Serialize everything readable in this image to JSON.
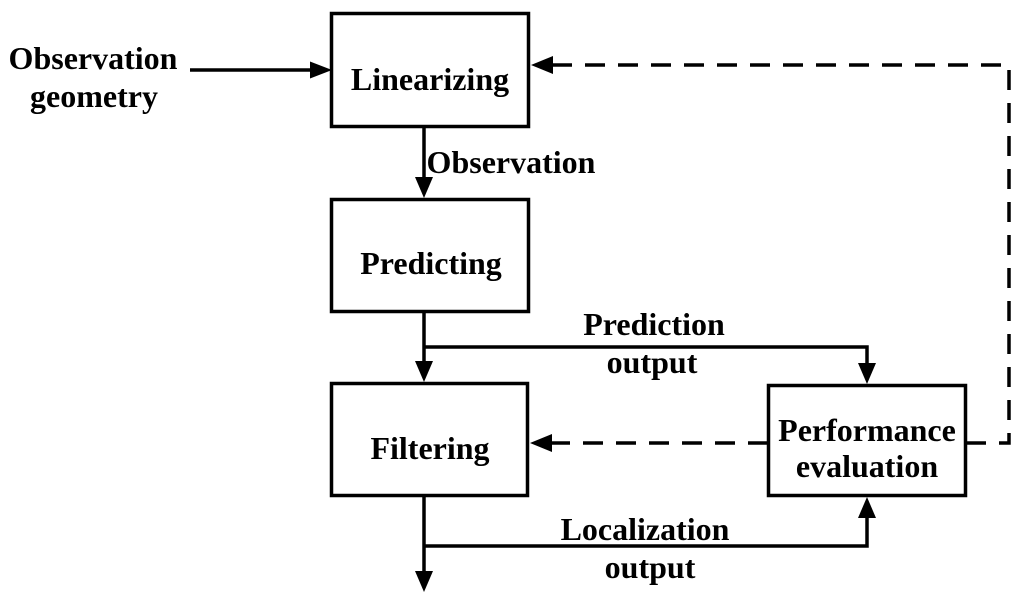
{
  "diagram": {
    "type": "flowchart",
    "colors": {
      "stroke": "#000000",
      "node_fill": "#ffffff",
      "background": "#ffffff",
      "text": "#000000"
    },
    "nodes": {
      "linearizing": {
        "label": "Linearizing"
      },
      "predicting": {
        "label": "Predicting"
      },
      "filtering": {
        "label": "Filtering"
      },
      "performance_evaluation": {
        "label_line1": "Performance",
        "label_line2": "evaluation"
      }
    },
    "edge_labels": {
      "input": {
        "line1": "Observation",
        "line2": "geometry"
      },
      "observation": "Observation",
      "prediction_output": {
        "line1": "Prediction",
        "line2": "output"
      },
      "localization_output": {
        "line1": "Localization",
        "line2": "output"
      }
    },
    "edges": [
      {
        "from": "observation-geometry",
        "to": "linearizing",
        "style": "solid"
      },
      {
        "from": "linearizing",
        "to": "predicting",
        "style": "solid",
        "label": "Observation"
      },
      {
        "from": "predicting",
        "to": "filtering",
        "style": "solid"
      },
      {
        "from": "predicting",
        "to": "performance_evaluation",
        "style": "solid",
        "label": "Prediction output"
      },
      {
        "from": "filtering",
        "to": "localization-output",
        "style": "solid"
      },
      {
        "from": "filtering",
        "to": "performance_evaluation",
        "style": "solid",
        "label": "Localization output"
      },
      {
        "from": "performance_evaluation",
        "to": "filtering",
        "style": "dashed"
      },
      {
        "from": "performance_evaluation",
        "to": "linearizing",
        "style": "dashed"
      }
    ]
  }
}
